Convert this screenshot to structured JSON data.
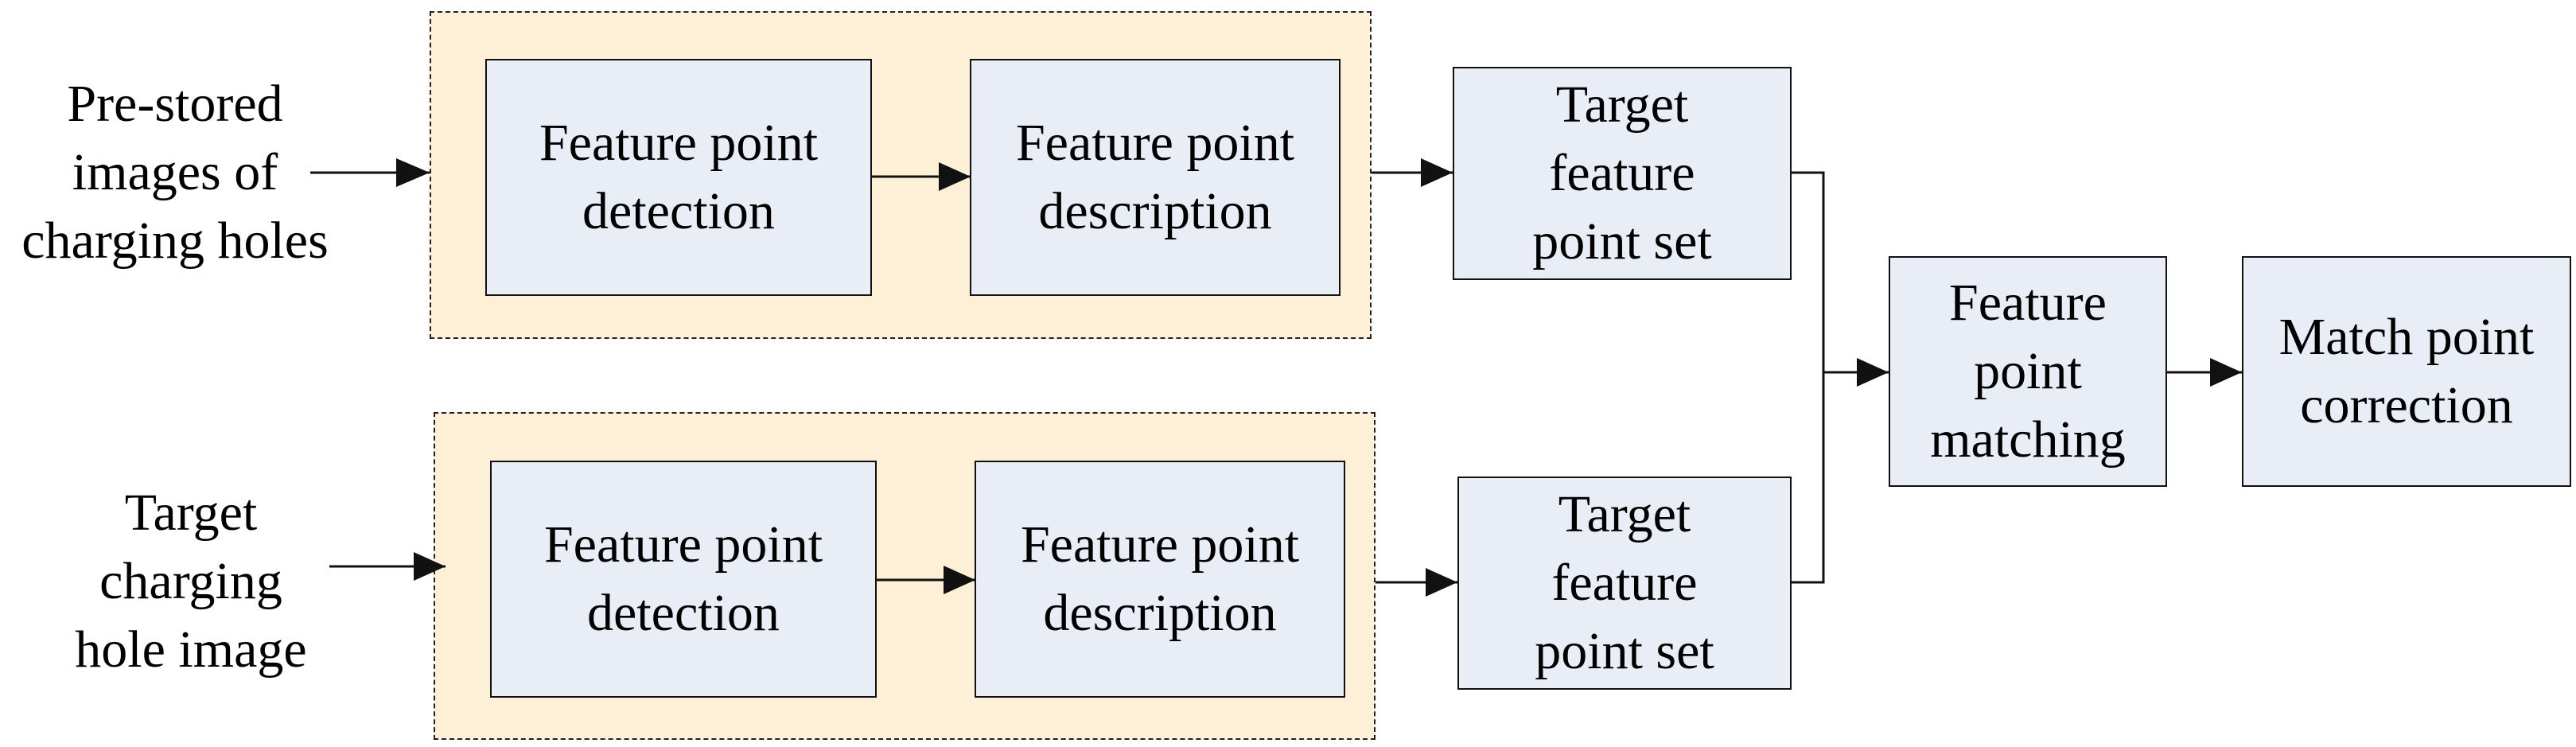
{
  "inputs": {
    "top": "Pre-stored\nimages of\ncharging holes",
    "bottom": "Target\ncharging\nhole image"
  },
  "top_row": {
    "detection": "Feature point\ndetection",
    "description": "Feature point\ndescription",
    "target_set": "Target\nfeature\npoint set"
  },
  "bottom_row": {
    "detection": "Feature point\ndetection",
    "description": "Feature point\ndescription",
    "target_set": "Target\nfeature\npoint set"
  },
  "matching": "Feature\npoint\nmatching",
  "correction": "Match point\ncorrection",
  "colors": {
    "group_fill": "#fdf0d6",
    "box_fill": "#e9eef6",
    "stroke": "#111111"
  }
}
